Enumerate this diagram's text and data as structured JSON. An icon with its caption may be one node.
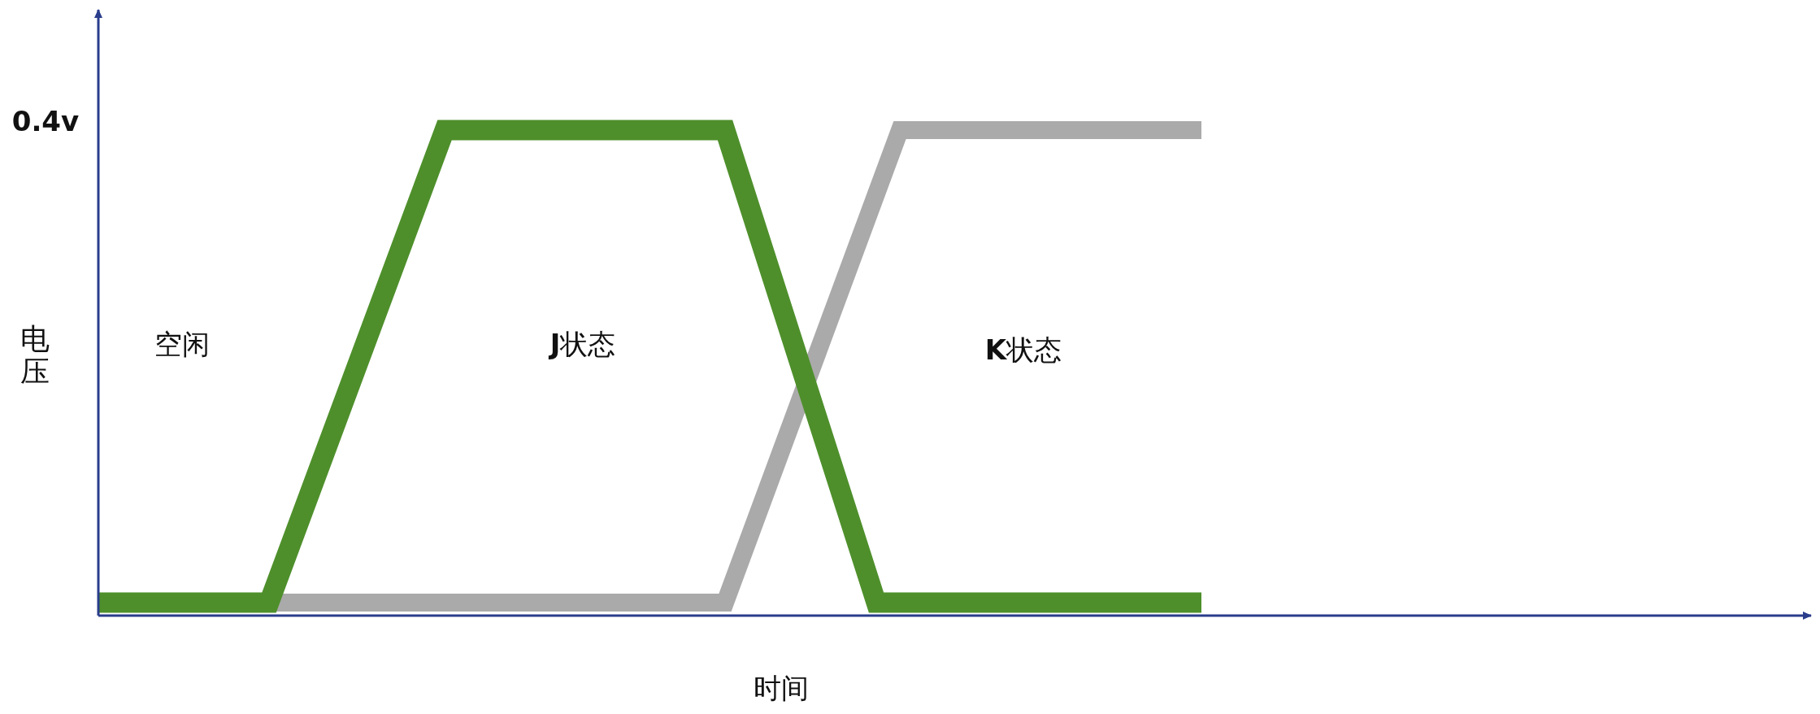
{
  "diagram": {
    "labels": [
      "0.4v",
      "电压",
      "空闲",
      "**J**状态",
      "**K**状态",
      "时间"
    ]
  }
}
